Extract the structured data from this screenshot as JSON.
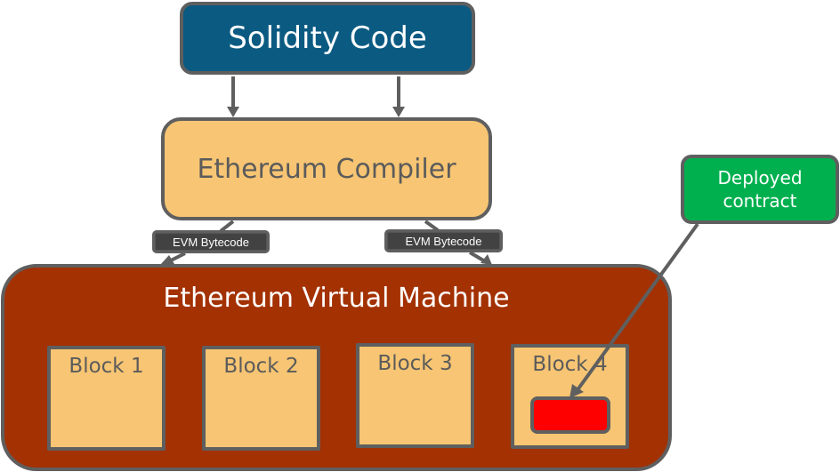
{
  "diagram": {
    "source": {
      "label": "Solidity Code",
      "color": "#0b5a82"
    },
    "compiler": {
      "label": "Ethereum Compiler",
      "color": "#f7c573"
    },
    "bytecode_labels": [
      "EVM Bytecode",
      "EVM Bytecode"
    ],
    "evm": {
      "label": "Ethereum Virtual Machine",
      "color": "#a33102",
      "blocks": [
        {
          "label": "Block 1"
        },
        {
          "label": "Block 2"
        },
        {
          "label": "Block 3"
        },
        {
          "label": "Block 4",
          "contains_contract": true
        }
      ]
    },
    "callout": {
      "line1": "Deployed",
      "line2": "contract",
      "color": "#00b04f",
      "target": "Block 4 contract",
      "target_color": "#ff0000"
    }
  }
}
